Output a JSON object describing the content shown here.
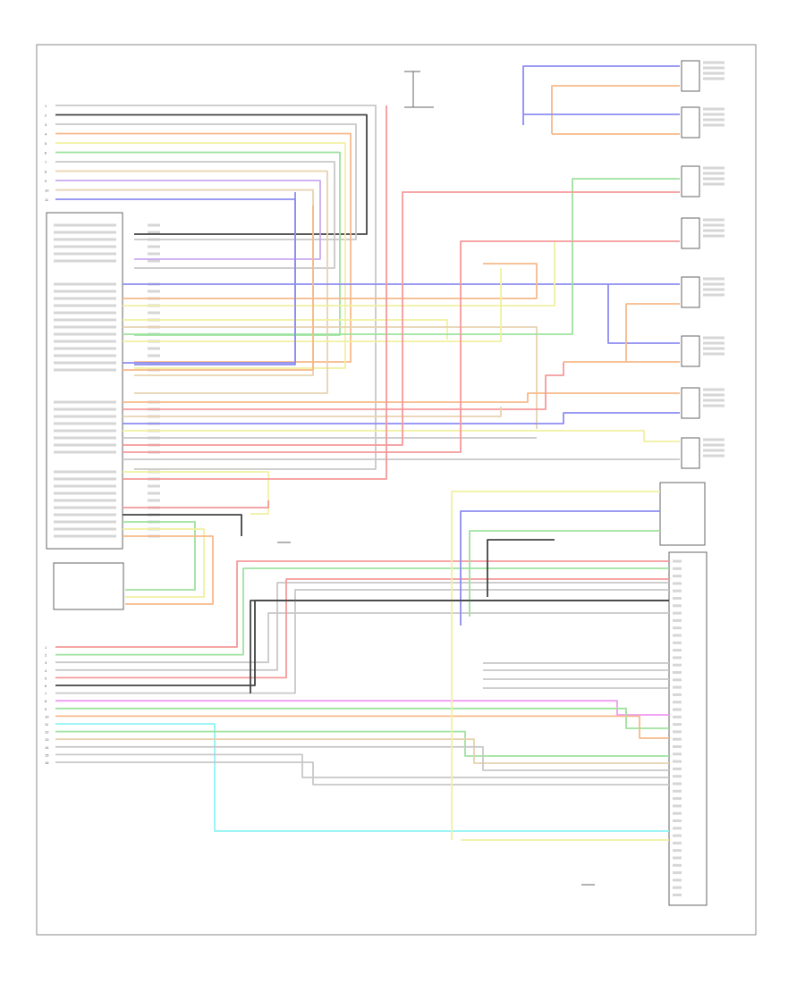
{
  "colors": {
    "gray": "#c8c8c8",
    "black": "#444444",
    "red": "#f59999",
    "orange": "#f7b98a",
    "yellow": "#f1f0a0",
    "green": "#9ee29e",
    "blue": "#8d8df2",
    "pink": "#f19af2",
    "cyan": "#8ef3f5",
    "violet": "#c9a9f0",
    "tan": "#e8d2b0"
  },
  "left_header": {
    "pin_labels": [
      "1",
      "2",
      "3",
      "4",
      "5",
      "6",
      "7",
      "8",
      "9",
      "10",
      "11"
    ]
  },
  "bottom_left": {
    "pin_labels": [
      "1",
      "2",
      "3",
      "4",
      "5",
      "6",
      "7",
      "8",
      "9",
      "10",
      "11",
      "12",
      "13",
      "14",
      "15",
      "16"
    ]
  }
}
